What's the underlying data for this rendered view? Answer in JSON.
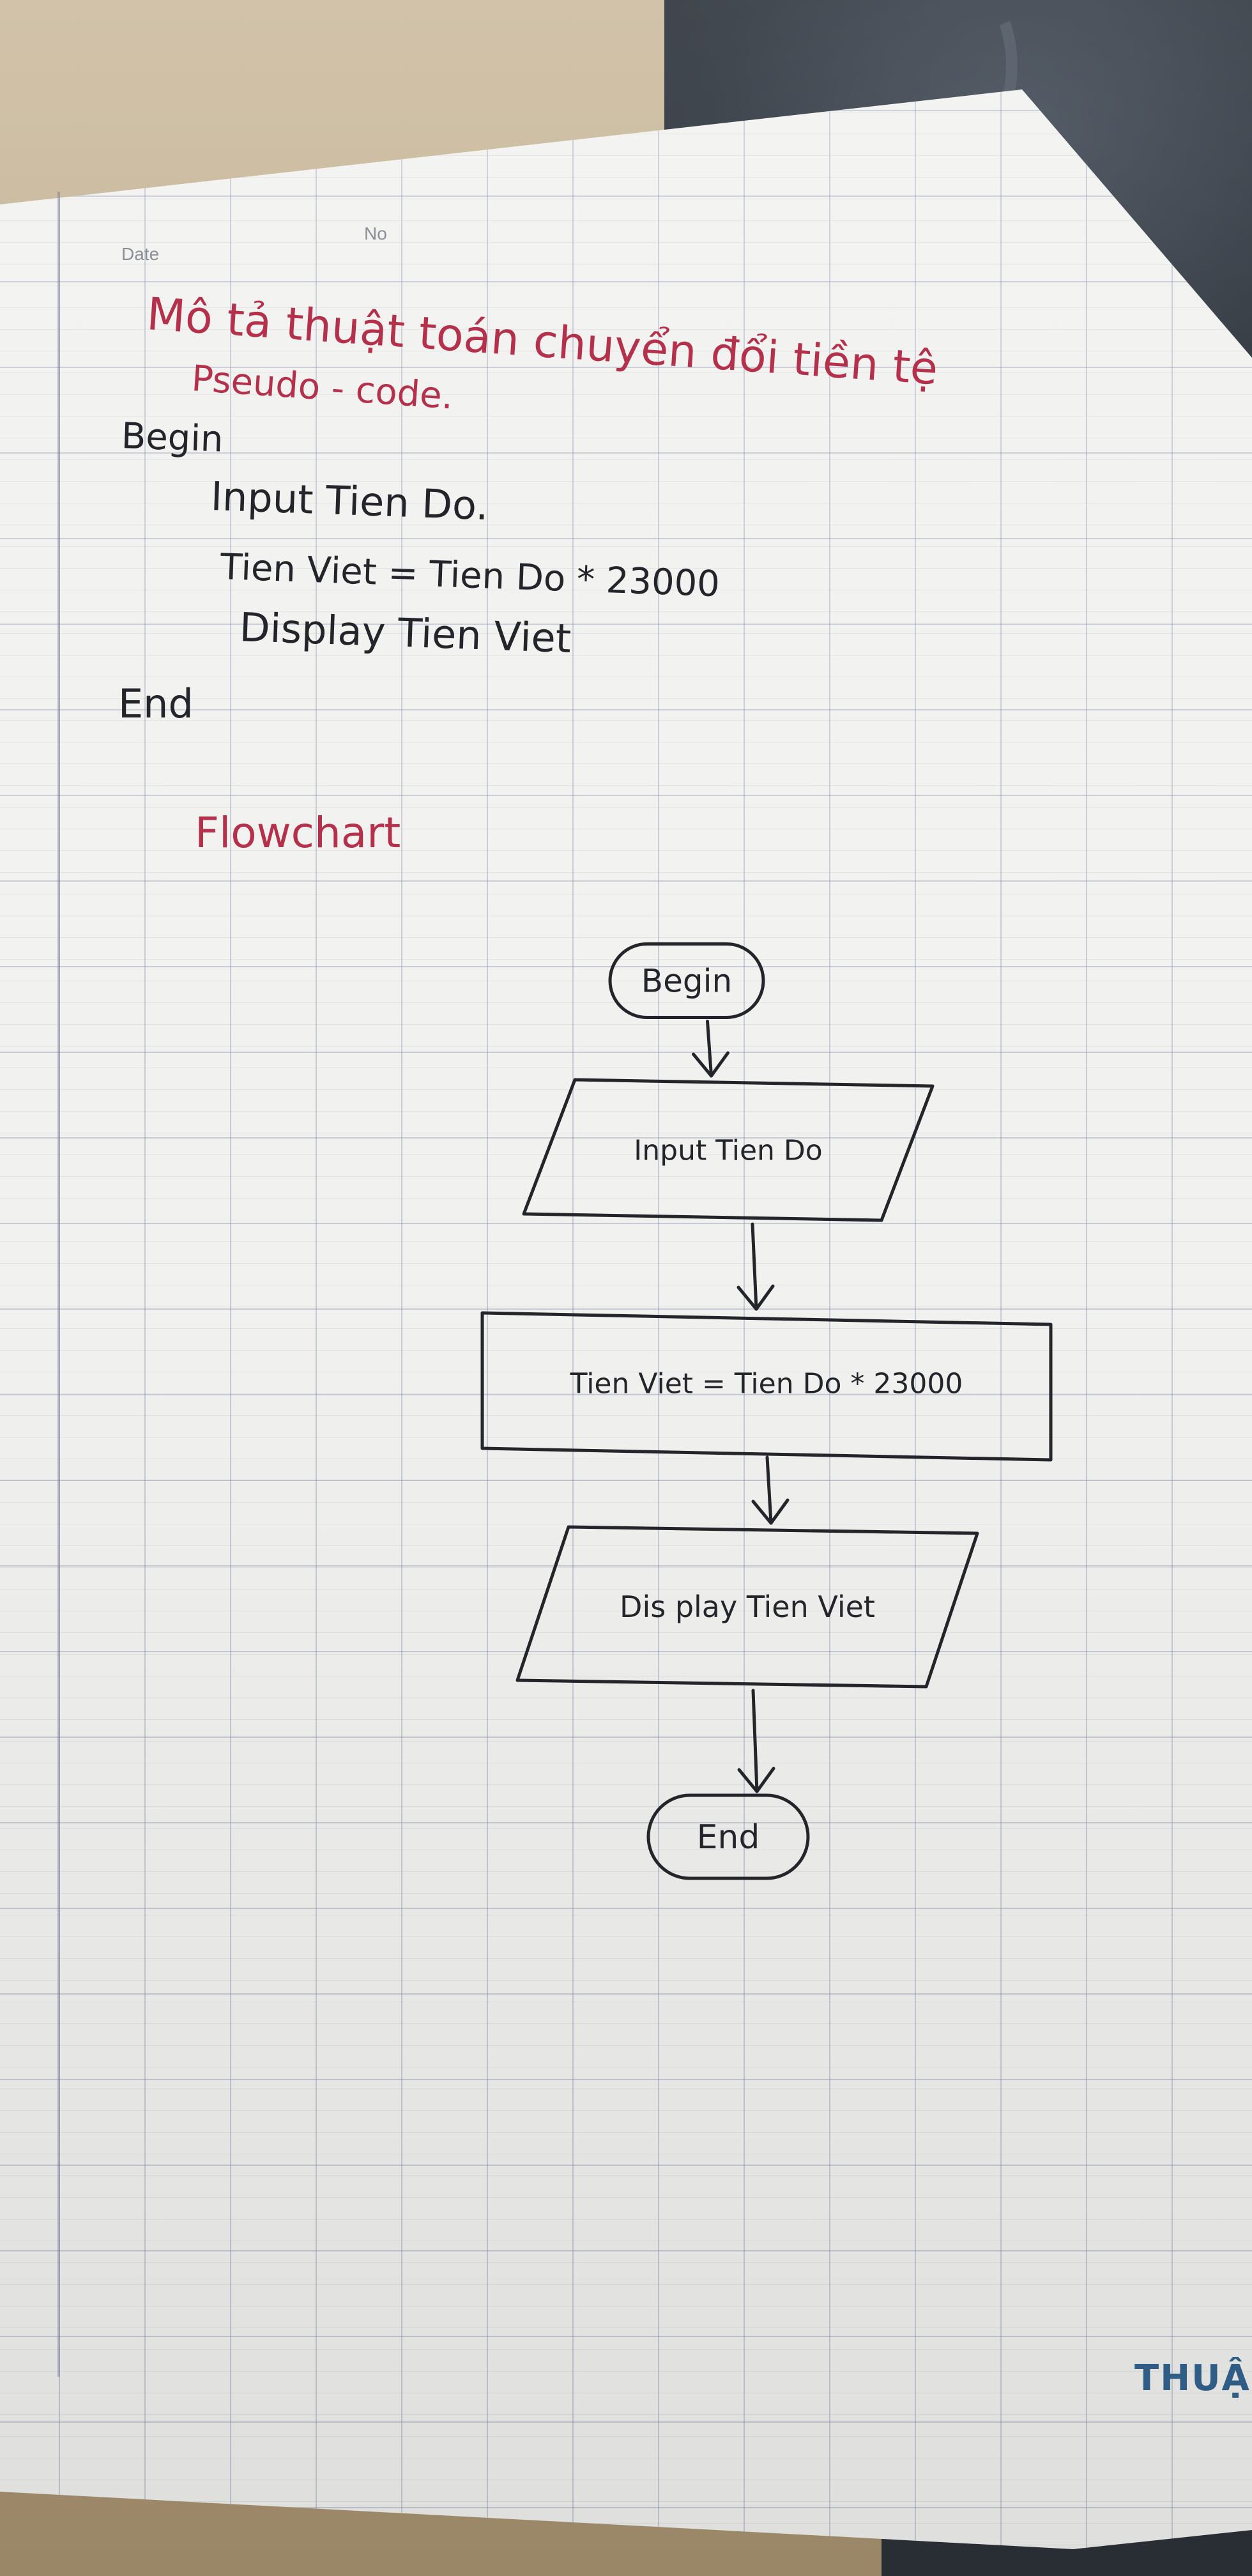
{
  "header": {
    "date_label": "Date",
    "no_label": "No"
  },
  "notes": {
    "title_line1": "Mô tả thuật toán chuyển đổi tiền tệ",
    "title_line2": "Pseudo - code.",
    "pseudocode": {
      "begin": "Begin",
      "input": "Input   Tien Do.",
      "assign": "Tien Viet  =  Tien Do  *  23000",
      "display": "Display   Tien Viet",
      "end": "End"
    },
    "flowchart_label": "Flowchart"
  },
  "flowchart": {
    "nodes": [
      {
        "id": "begin",
        "shape": "terminator",
        "label": "Begin"
      },
      {
        "id": "input",
        "shape": "parallelogram",
        "label": "Input  Tien Do"
      },
      {
        "id": "process",
        "shape": "rectangle",
        "label": "Tien Viet  =  Tien Do  *  23000"
      },
      {
        "id": "display",
        "shape": "parallelogram",
        "label": "Dis play  Tien Viet"
      },
      {
        "id": "end",
        "shape": "terminator",
        "label": "End"
      }
    ],
    "edges": [
      {
        "from": "begin",
        "to": "input"
      },
      {
        "from": "input",
        "to": "process"
      },
      {
        "from": "process",
        "to": "display"
      },
      {
        "from": "display",
        "to": "end"
      }
    ]
  },
  "footer": {
    "brand": "THUẬ"
  },
  "colors": {
    "ink_red": "#b5304a",
    "ink_black": "#23252b",
    "grid": "#7882a0",
    "brand": "#2f5d86"
  }
}
